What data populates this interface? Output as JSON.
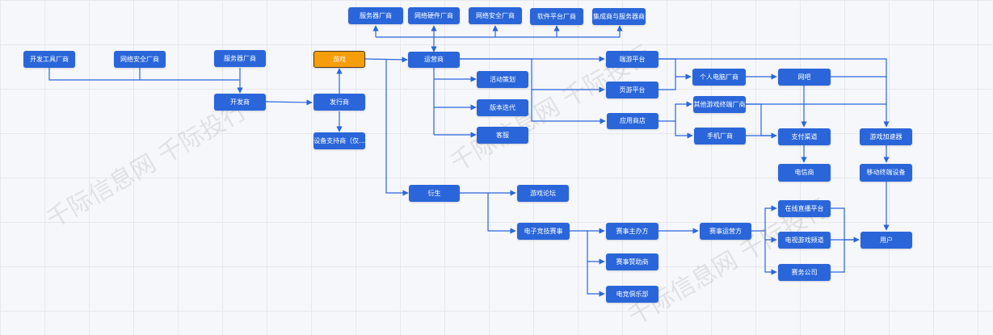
{
  "diagram": {
    "nodes": {
      "server_vendor_top": "服务器厂商",
      "net_hw_vendor": "网络硬件厂商",
      "net_sec_vendor_top": "网络安全厂商",
      "sw_platform_vendor": "软件平台厂商",
      "integrator": "集成商与服务器商",
      "devtool_vendor": "开发工具厂商",
      "net_sec_vendor_left": "网络安全厂商",
      "server_vendor_left": "服务器厂商",
      "game": "游戏",
      "developer": "开发商",
      "publisher": "发行商",
      "device_support": "设备支持商（仅...",
      "operator": "运营商",
      "event_planning": "活动策划",
      "version_iter": "版本迭代",
      "customer_service": "客服",
      "pc_platform": "端游平台",
      "web_platform": "页游平台",
      "app_store": "应用商店",
      "pc_vendor": "个人电脑厂商",
      "internet_cafe": "网吧",
      "other_terminal": "其他游戏终端厂商",
      "phone_vendor": "手机厂商",
      "payment": "支付渠道",
      "game_accel": "游戏加速器",
      "telecom": "电信商",
      "mobile_device": "移动终端设备",
      "derivative": "衍生",
      "game_forum": "游戏论坛",
      "esports": "电子竞技赛事",
      "event_host": "赛事主办方",
      "event_sponsor": "赛事赞助商",
      "esports_club": "电竞俱乐部",
      "event_operator": "赛事运营方",
      "live_platform": "在线直播平台",
      "tv_channel": "电视游戏频道",
      "event_company": "赛务公司",
      "user": "用户"
    },
    "watermark": "千际信息网  千际投行",
    "colors": {
      "node": "#2a66d9",
      "root": "#f59d0b",
      "edge": "#2a66d9"
    }
  }
}
